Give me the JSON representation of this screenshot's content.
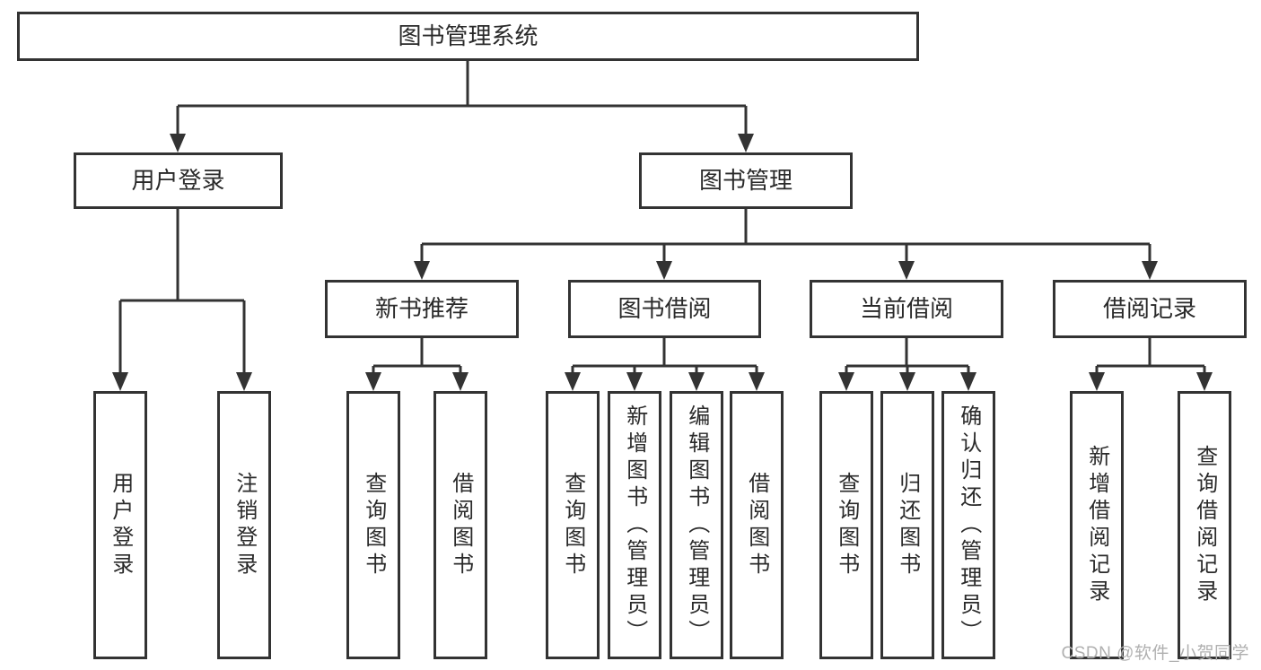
{
  "nodes": {
    "root": "图书管理系统",
    "user_login": "用户登录",
    "book_mgmt": "图书管理",
    "new_book_rec": "新书推荐",
    "book_borrow": "图书借阅",
    "current_borrow": "当前借阅",
    "borrow_records": "借阅记录",
    "leaf_user_login": "用户登录",
    "leaf_logout": "注销登录",
    "leaf_query_book_a": "查询图书",
    "leaf_borrow_book_a": "借阅图书",
    "leaf_query_book_b": "查询图书",
    "leaf_add_book_admin": "新增图书（管理员）",
    "leaf_edit_book_admin": "编辑图书（管理员）",
    "leaf_borrow_book_b": "借阅图书",
    "leaf_query_book_c": "查询图书",
    "leaf_return_book": "归还图书",
    "leaf_confirm_return_admin": "确认归还（管理员）",
    "leaf_add_borrow_record": "新增借阅记录",
    "leaf_query_borrow_record": "查询借阅记录"
  },
  "hierarchy": {
    "图书管理系统": {
      "用户登录": [
        "用户登录",
        "注销登录"
      ],
      "图书管理": {
        "新书推荐": [
          "查询图书",
          "借阅图书"
        ],
        "图书借阅": [
          "查询图书",
          "新增图书（管理员）",
          "编辑图书（管理员）",
          "借阅图书"
        ],
        "当前借阅": [
          "查询图书",
          "归还图书",
          "确认归还（管理员）"
        ],
        "借阅记录": [
          "新增借阅记录",
          "查询借阅记录"
        ]
      }
    }
  },
  "watermark": "CSDN @软件_小贺同学",
  "colors": {
    "line": "#333333",
    "text": "#2a2a2a",
    "watermark": "#b0b0b0",
    "background": "#ffffff"
  }
}
